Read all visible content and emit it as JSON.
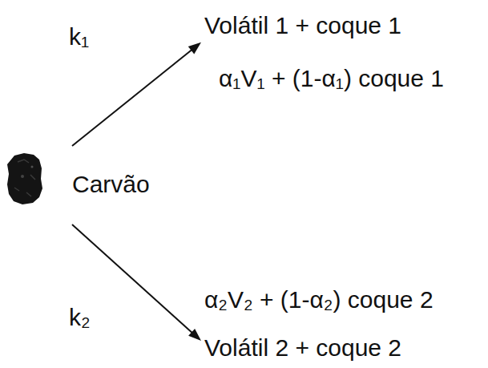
{
  "diagram": {
    "nodes": [
      {
        "text": [
          "Carvão"
        ]
      },
      {
        "text": [
          "Volátil 1 + coque 1",
          "α₁V₁ + (1-α₁) coque 1"
        ]
      },
      {
        "text": [
          "α₂V₂ + (1-α₂) coque 2",
          "Volátil 2 + coque 2"
        ]
      }
    ],
    "edges": [
      {
        "from": 0,
        "to": 1,
        "arrow": "to",
        "label": "k₁"
      },
      {
        "from": 0,
        "to": 2,
        "arrow": "to",
        "label": "k₂"
      }
    ]
  }
}
